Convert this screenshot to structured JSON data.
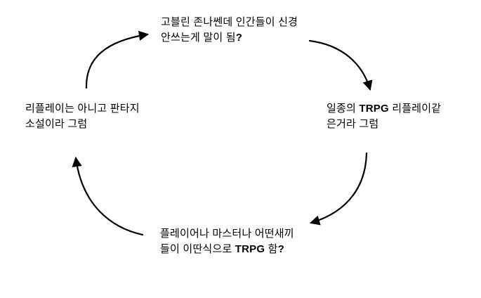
{
  "diagram": {
    "type": "cycle",
    "colors": {
      "background": "#ffffff",
      "text": "#000000",
      "arrow": "#000000"
    },
    "nodes": {
      "top": {
        "lines": [
          [
            {
              "t": "고블린 존나쎈데 인간들이 신경"
            }
          ],
          [
            {
              "t": "안쓰는게 말이 됨"
            },
            {
              "t": "?",
              "bold": true
            }
          ]
        ]
      },
      "right": {
        "lines": [
          [
            {
              "t": "일종의 "
            },
            {
              "t": "TRPG",
              "bold": true
            },
            {
              "t": " 리플레이같"
            }
          ],
          [
            {
              "t": "은거라 그럼"
            }
          ]
        ]
      },
      "bottom": {
        "lines": [
          [
            {
              "t": "플레이어나 마스터나 어떤새끼"
            }
          ],
          [
            {
              "t": "들이 이딴식으로 "
            },
            {
              "t": "TRPG",
              "bold": true
            },
            {
              "t": " 함"
            },
            {
              "t": "?",
              "bold": true
            }
          ]
        ]
      },
      "left": {
        "lines": [
          [
            {
              "t": "리플레이는 아니고 판타지"
            }
          ],
          [
            {
              "t": "소설이라 그럼"
            }
          ]
        ]
      }
    },
    "arrows": [
      {
        "from": "left",
        "to": "top"
      },
      {
        "from": "top",
        "to": "right"
      },
      {
        "from": "right",
        "to": "bottom"
      },
      {
        "from": "bottom",
        "to": "left"
      }
    ]
  }
}
